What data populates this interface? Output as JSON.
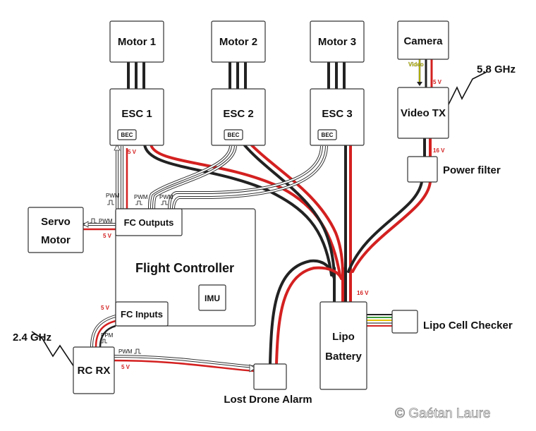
{
  "motors": [
    "Motor 1",
    "Motor 2",
    "Motor 3"
  ],
  "escs": [
    "ESC 1",
    "ESC 2",
    "ESC 3"
  ],
  "bec_label": "BEC",
  "camera": "Camera",
  "video_tx": "Video TX",
  "video_label": "Video",
  "freq_58": "5.8 GHz",
  "freq_24": "2.4 GHz",
  "power_filter": "Power filter",
  "servo_motor": [
    "Servo",
    "Motor"
  ],
  "fc_outputs": "FC Outputs",
  "flight_controller": "Flight Controller",
  "imu": "IMU",
  "fc_inputs": "FC Inputs",
  "rc_rx": "RC RX",
  "lipo_battery": [
    "Lipo",
    "Battery"
  ],
  "lipo_cell_checker": "Lipo Cell Checker",
  "lost_drone_alarm": "Lost Drone Alarm",
  "pwm": "PWM",
  "ppm": "PPM",
  "v5": "5 V",
  "v16": "16 V",
  "copyright": "© Gaétan Laure",
  "colors": {
    "wire_black": "#222222",
    "wire_red": "#d42020",
    "signal_white": "#ffffff",
    "video_yellow": "#e8e800"
  }
}
